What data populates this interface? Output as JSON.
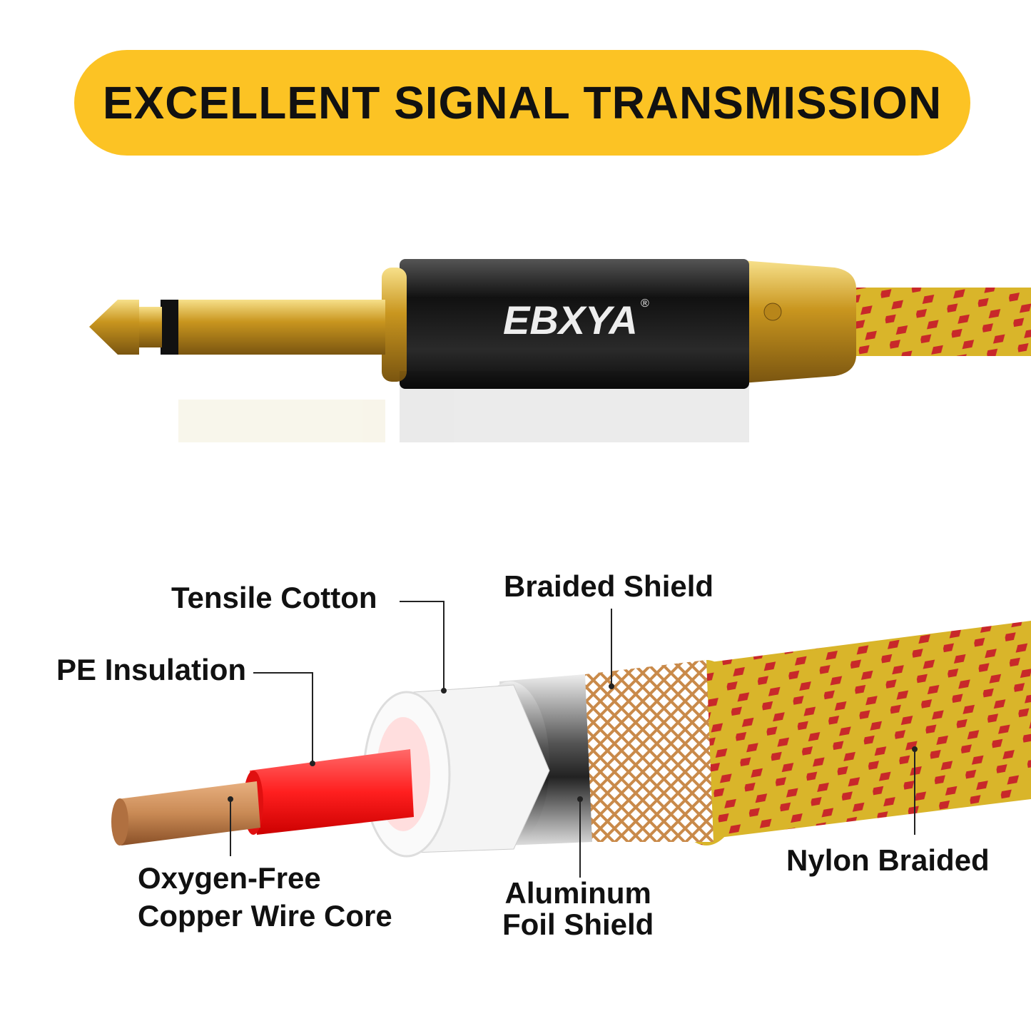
{
  "header": {
    "title": "EXCELLENT SIGNAL TRANSMISSION"
  },
  "product": {
    "brand": "EBXYA",
    "registered_mark": "®"
  },
  "labels": {
    "tensile_cotton": "Tensile Cotton",
    "braided_shield": "Braided Shield",
    "pe_insulation": "PE Insulation",
    "copper_core_line1": "Oxygen-Free",
    "copper_core_line2": "Copper Wire Core",
    "aluminum_line1": "Aluminum",
    "aluminum_line2": "Foil Shield",
    "nylon_braided": "Nylon Braided"
  },
  "colors": {
    "accent": "#fcc324",
    "nylon": "#d9b52a",
    "nylon_pattern": "#c8282a",
    "insulation": "#ff2a2a",
    "copper": "#c98a55"
  }
}
